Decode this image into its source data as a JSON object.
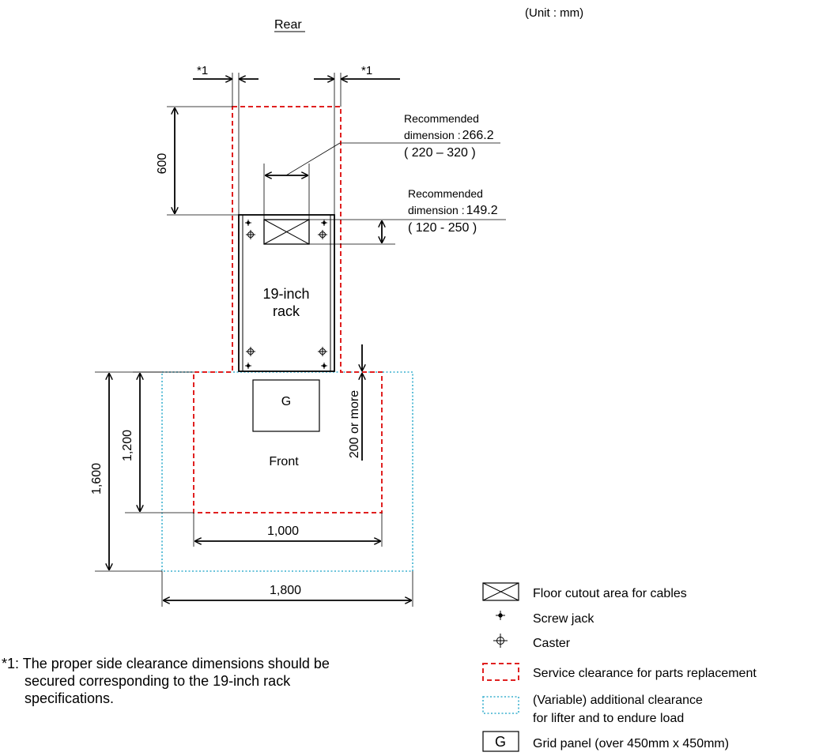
{
  "unit_label": "(Unit : mm)",
  "rear_label": "Rear",
  "front_label": "Front",
  "rack_label_line1": "19-inch",
  "rack_label_line2": "rack",
  "grid_panel_letter": "G",
  "side_clearance_marker": "*1",
  "dim_600": "600",
  "dim_1200": "1,200",
  "dim_1600": "1,600",
  "dim_1000": "1,000",
  "dim_1800": "1,800",
  "dim_200_or_more": "200 or more",
  "cutout_width": {
    "line1": "Recommended",
    "line2_prefix": "dimension :",
    "value": "266.2",
    "range": "( 220 – 320 )"
  },
  "cutout_depth": {
    "line1": "Recommended",
    "line2_prefix": "dimension :",
    "value": "149.2",
    "range": "( 120 - 250 )"
  },
  "footnote": {
    "line1": "*1: The proper side clearance dimensions should be",
    "line2": "secured corresponding to the 19-inch rack",
    "line3": "specifications."
  },
  "legend": {
    "cutout": "Floor cutout area for cables",
    "screw_jack": "Screw jack",
    "caster": "Caster",
    "service": "Service clearance for parts replacement",
    "variable_line1": "(Variable) additional clearance",
    "variable_line2": "for lifter and to endure load",
    "grid_letter": "G",
    "grid": "Grid panel (over 450mm x 450mm)"
  },
  "colors": {
    "service_clearance": "#e02020",
    "variable_clearance": "#3ab0cf",
    "line": "#000000"
  }
}
